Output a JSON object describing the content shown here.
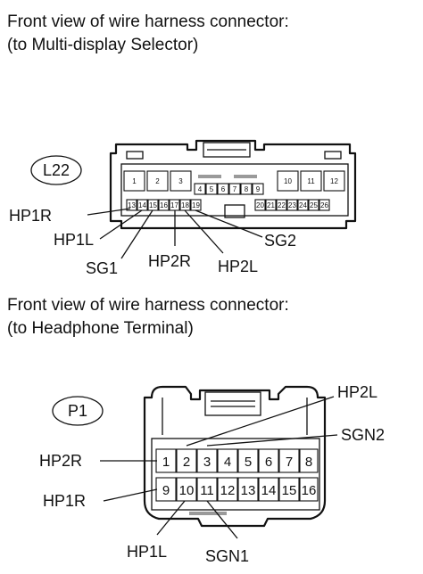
{
  "l22": {
    "heading_line1": "Front view of wire harness connector:",
    "heading_line2": "(to Multi-display Selector)",
    "connector_id": "L22",
    "top_row_left": [
      "1",
      "2",
      "3"
    ],
    "middle_row": [
      "4",
      "5",
      "6",
      "7",
      "8",
      "9"
    ],
    "top_row_right": [
      "10",
      "11",
      "12"
    ],
    "bottom_row_left": [
      "13",
      "14",
      "15",
      "16",
      "17",
      "18",
      "19"
    ],
    "bottom_row_right": [
      "20",
      "21",
      "22",
      "23",
      "24",
      "25",
      "26"
    ],
    "labels": {
      "hp1r": "HP1R",
      "hp1l": "HP1L",
      "sg1": "SG1",
      "hp2r": "HP2R",
      "hp2l": "HP2L",
      "sg2": "SG2"
    }
  },
  "p1": {
    "heading_line1": "Front view of wire harness connector:",
    "heading_line2": "(to Headphone Terminal)",
    "connector_id": "P1",
    "row1": [
      "1",
      "2",
      "3",
      "4",
      "5",
      "6",
      "7",
      "8"
    ],
    "row2": [
      "9",
      "10",
      "11",
      "12",
      "13",
      "14",
      "15",
      "16"
    ],
    "labels": {
      "hp2l": "HP2L",
      "sgn2": "SGN2",
      "hp2r": "HP2R",
      "hp1r": "HP1R",
      "hp1l": "HP1L",
      "sgn1": "SGN1"
    }
  }
}
